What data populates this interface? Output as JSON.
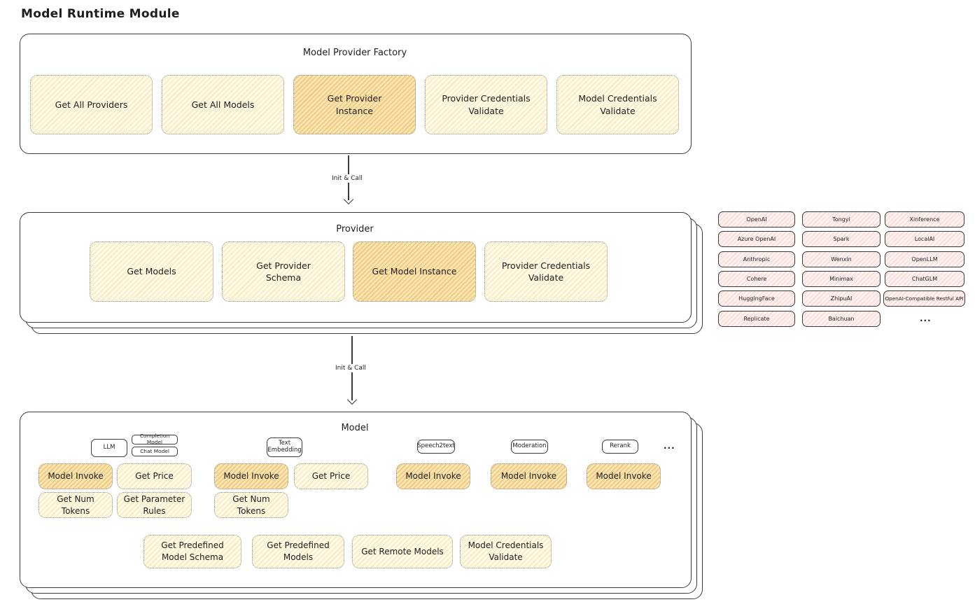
{
  "title": "Model Runtime Module",
  "arrow_label": "Init & Call",
  "factory": {
    "title": "Model Provider Factory",
    "items": [
      {
        "label": "Get All Providers"
      },
      {
        "label": "Get All Models"
      },
      {
        "label": "Get Provider Instance"
      },
      {
        "label": "Provider Credentials Validate"
      },
      {
        "label": "Model Credentials Validate"
      }
    ]
  },
  "provider": {
    "title": "Provider",
    "items": [
      {
        "label": "Get Models"
      },
      {
        "label": "Get Provider Schema"
      },
      {
        "label": "Get Model Instance"
      },
      {
        "label": "Provider Credentials Validate"
      }
    ]
  },
  "providers_grid": {
    "col1": [
      "OpenAI",
      "Azure OpenAI",
      "Anthropic",
      "Cohere",
      "HuggingFace",
      "Replicate"
    ],
    "col2": [
      "Tongyi",
      "Spark",
      "Wenxin",
      "Minimax",
      "ZhipuAI",
      "Baichuan"
    ],
    "col3": [
      "Xinference",
      "LocalAI",
      "OpenLLM",
      "ChatGLM",
      "OpenAI-Compatible Restful API"
    ],
    "more": "..."
  },
  "model": {
    "title": "Model",
    "tags": {
      "llm": "LLM",
      "completion": "Completion Model",
      "chat": "Chat Model",
      "text_embedding": "Text Embedding",
      "speech2text": "Speech2text",
      "moderation": "Moderation",
      "rerank": "Rerank",
      "more": "..."
    },
    "functions": {
      "model_invoke": "Model Invoke",
      "get_price": "Get Price",
      "get_num_tokens": "Get Num Tokens",
      "get_parameter_rules": "Get Parameter Rules"
    },
    "shared": [
      {
        "label": "Get Predefined Model Schema"
      },
      {
        "label": "Get Predefined Models"
      },
      {
        "label": "Get Remote Models"
      },
      {
        "label": "Model Credentials Validate"
      }
    ]
  },
  "colors": {
    "yellow_fill": "#fdf9e4",
    "orange_fill": "#fae4b2",
    "pink_fill": "#fdf0ee",
    "blue_fill": "#e4effa",
    "border_dark": "#3a3a3a",
    "border_dotted": "#909090"
  }
}
